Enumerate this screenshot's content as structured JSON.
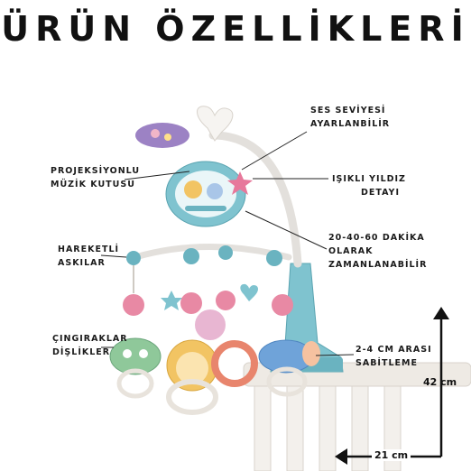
{
  "title": "ÜRÜN ÖZELLİKLERİ",
  "labels": {
    "ses_seviyesi": [
      "SES SEVİYESİ",
      "AYARLANBİLİR"
    ],
    "projeksiyon": [
      "PROJEKSİYONLU",
      "MÜZİK KUTUSU"
    ],
    "isikli_yildiz": [
      "IŞIKLI YILDIZ",
      "DETAYI"
    ],
    "zamanlayici": [
      "20-40-60 DAKİKA",
      "OLARAK",
      "ZAMANLANABİLİR"
    ],
    "hareketli": [
      "HAREKETLİ",
      "ASKILAR"
    ],
    "cingiraklar": [
      "ÇINGIRAKLAR",
      "DİŞLİKLER"
    ],
    "sabitleme": [
      "2-4 CM ARASI",
      "SABİTLEME"
    ]
  },
  "dimensions": {
    "height": "42 cm",
    "width": "21 cm"
  },
  "colors": {
    "teal": "#7fc3cf",
    "pink": "#e889a4",
    "cream": "#eeeae4",
    "accent_star": "#e7789b",
    "text": "#111111"
  }
}
